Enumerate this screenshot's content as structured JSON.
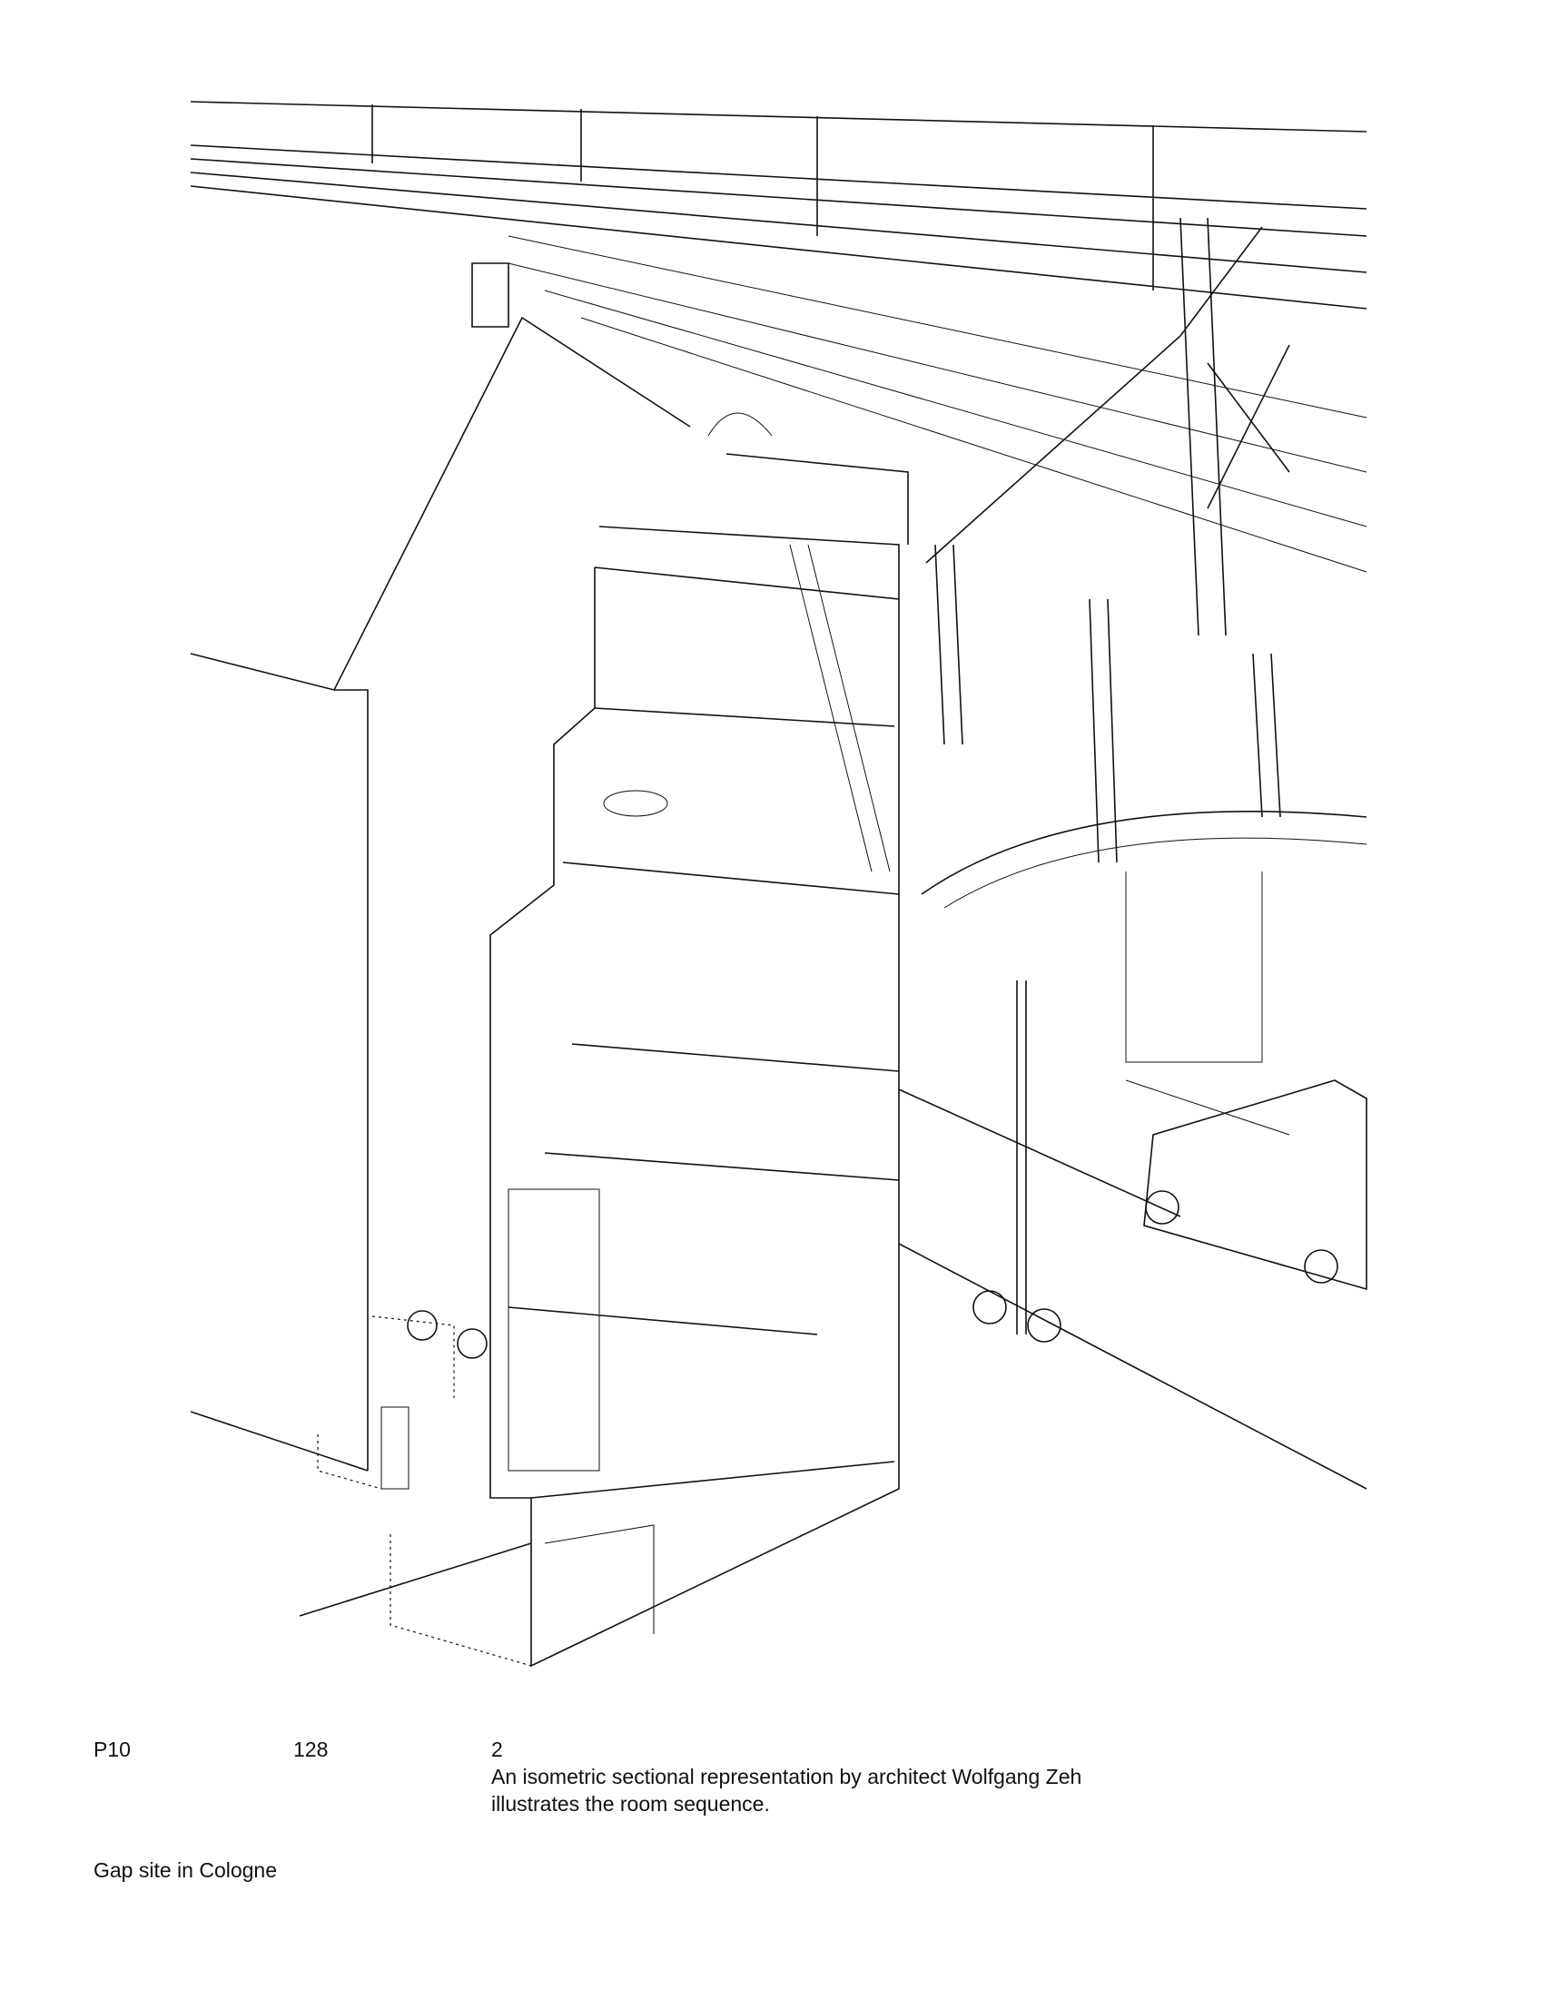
{
  "figure": {
    "description_label": "isometric-sectional-drawing"
  },
  "footer": {
    "section_code": "P10",
    "page_number": "128",
    "figure_number": "2",
    "caption_line_1": "An isometric sectional representation by architect Wolfgang Zeh",
    "caption_line_2": "illustrates the room sequence.",
    "project_title": "Gap site in Cologne"
  }
}
